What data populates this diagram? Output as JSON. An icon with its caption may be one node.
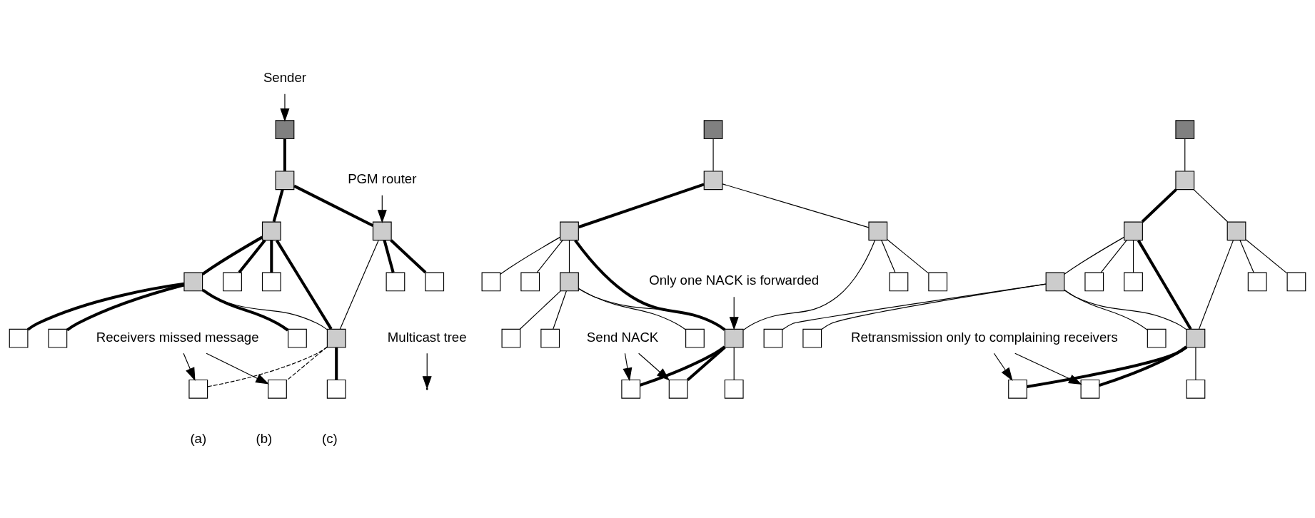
{
  "diagram": {
    "nodes": [
      {
        "text": [
          "Sender"
        ]
      },
      {
        "text": [
          "Multicast tree"
        ]
      },
      {
        "text": [],
        "shape": "box"
      },
      {
        "text": [],
        "shape": "box"
      },
      {
        "text": [],
        "shape": "box"
      },
      {
        "text": [],
        "shape": "box"
      },
      {
        "text": [],
        "shape": "box"
      },
      {
        "text": [],
        "shape": "box"
      },
      {
        "text": [],
        "shape": "box"
      },
      {
        "text": [],
        "shape": "box"
      },
      {
        "text": [],
        "shape": "box"
      },
      {
        "text": [],
        "shape": "box"
      },
      {
        "text": [],
        "shape": "box"
      },
      {
        "text": [],
        "shape": "box"
      },
      {
        "text": [],
        "shape": "box"
      },
      {
        "text": [],
        "shape": "box"
      },
      {
        "text": [],
        "shape": "box"
      },
      {
        "text": [],
        "shape": "box"
      },
      {
        "text": [
          "PGM router"
        ]
      },
      {
        "text": [
          "Receivers missed message"
        ]
      },
      {
        "text": [],
        "shape": "box"
      },
      {
        "text": [],
        "shape": "box"
      },
      {
        "text": [],
        "shape": "box"
      },
      {
        "text": [],
        "shape": "box"
      },
      {
        "text": [],
        "shape": "box"
      },
      {
        "text": [],
        "shape": "box"
      },
      {
        "text": [],
        "shape": "box"
      },
      {
        "text": [],
        "shape": "box"
      },
      {
        "text": [],
        "shape": "box"
      },
      {
        "text": [],
        "shape": "box"
      },
      {
        "text": [],
        "shape": "box"
      },
      {
        "text": [
          "Only one NACK is forwarded"
        ]
      },
      {
        "text": [],
        "shape": "box"
      },
      {
        "text": [],
        "shape": "box"
      },
      {
        "text": [],
        "shape": "box"
      },
      {
        "text": [],
        "shape": "box"
      },
      {
        "text": [],
        "shape": "box"
      },
      {
        "text": [
          "Send NACK"
        ]
      },
      {
        "text": [],
        "shape": "box"
      },
      {
        "text": [],
        "shape": "box"
      },
      {
        "text": [],
        "shape": "box"
      },
      {
        "text": [],
        "shape": "box"
      },
      {
        "text": [],
        "shape": "box"
      },
      {
        "text": [],
        "shape": "box"
      },
      {
        "text": [],
        "shape": "box"
      },
      {
        "text": [],
        "shape": "box"
      },
      {
        "text": [],
        "shape": "box"
      },
      {
        "text": [],
        "shape": "box"
      },
      {
        "text": [],
        "shape": "box"
      },
      {
        "text": [],
        "shape": "box"
      },
      {
        "text": [],
        "shape": "box"
      },
      {
        "text": [],
        "shape": "box"
      },
      {
        "text": [],
        "shape": "box"
      },
      {
        "text": [],
        "shape": "box"
      },
      {
        "text": [
          "Retransmission only to complaining receivers"
        ]
      }
    ],
    "edges": [
      {
        "from": 2,
        "to": 4,
        "arrow": "none",
        "style": "thick"
      },
      {
        "from": 4,
        "to": 6,
        "arrow": "none",
        "style": "thick"
      },
      {
        "from": 4,
        "to": 7,
        "arrow": "none",
        "style": "thick"
      },
      {
        "from": 6,
        "to": 3,
        "arrow": "none",
        "style": "thick"
      },
      {
        "from": 6,
        "to": 5,
        "arrow": "none",
        "style": "thick"
      },
      {
        "from": 6,
        "to": 11,
        "arrow": "none",
        "style": "thick"
      },
      {
        "from": 6,
        "to": 12,
        "arrow": "none",
        "style": "thick"
      },
      {
        "from": 7,
        "to": 8,
        "arrow": "none",
        "style": "thick"
      },
      {
        "from": 7,
        "to": 9,
        "arrow": "none",
        "style": "thick"
      },
      {
        "from": 7,
        "to": 12,
        "arrow": "none"
      },
      {
        "from": 11,
        "to": 12,
        "arrow": "none"
      },
      {
        "from": 11,
        "to": 10,
        "arrow": "none",
        "style": "thick"
      },
      {
        "from": 11,
        "to": 13,
        "arrow": "none",
        "style": "thick"
      },
      {
        "from": 11,
        "to": 14,
        "arrow": "none",
        "style": "thick"
      },
      {
        "from": 12,
        "to": 15,
        "arrow": "none",
        "style": "thick"
      },
      {
        "from": 12,
        "to": 16,
        "arrow": "none",
        "style": "dashed"
      },
      {
        "from": 12,
        "to": 17,
        "arrow": "none",
        "style": "dashed"
      },
      {
        "from": 0,
        "to": 2,
        "arrow": "to"
      },
      {
        "from": 1,
        "to": null,
        "arrow": "to"
      },
      {
        "from": 18,
        "to": 7,
        "arrow": "to"
      },
      {
        "from": 19,
        "to": 16,
        "arrow": "to"
      },
      {
        "from": 19,
        "to": 17,
        "arrow": "to"
      },
      {
        "from": 20,
        "to": 22,
        "arrow": "none"
      },
      {
        "from": 22,
        "to": 24,
        "arrow": "none",
        "style": "thick"
      },
      {
        "from": 22,
        "to": 25,
        "arrow": "none"
      },
      {
        "from": 24,
        "to": 21,
        "arrow": "none"
      },
      {
        "from": 24,
        "to": 23,
        "arrow": "none"
      },
      {
        "from": 24,
        "to": 29,
        "arrow": "none"
      },
      {
        "from": 24,
        "to": 30,
        "arrow": "none",
        "style": "thick"
      },
      {
        "from": 25,
        "to": 26,
        "arrow": "none"
      },
      {
        "from": 25,
        "to": 27,
        "arrow": "none"
      },
      {
        "from": 25,
        "to": 30,
        "arrow": "none"
      },
      {
        "from": 29,
        "to": 30,
        "arrow": "none"
      },
      {
        "from": 29,
        "to": 28,
        "arrow": "none"
      },
      {
        "from": 29,
        "to": 32,
        "arrow": "none"
      },
      {
        "from": 29,
        "to": 33,
        "arrow": "none"
      },
      {
        "from": 30,
        "to": 34,
        "arrow": "none"
      },
      {
        "from": 30,
        "to": 35,
        "arrow": "none",
        "style": "thick"
      },
      {
        "from": 30,
        "to": 36,
        "arrow": "none",
        "style": "thick"
      },
      {
        "from": 31,
        "to": 30,
        "arrow": "to"
      },
      {
        "from": 37,
        "to": 35,
        "arrow": "to"
      },
      {
        "from": 37,
        "to": 36,
        "arrow": "to"
      },
      {
        "from": 38,
        "to": 40,
        "arrow": "none"
      },
      {
        "from": 40,
        "to": 42,
        "arrow": "none",
        "style": "thick"
      },
      {
        "from": 40,
        "to": 43,
        "arrow": "none"
      },
      {
        "from": 42,
        "to": 39,
        "arrow": "none"
      },
      {
        "from": 42,
        "to": 41,
        "arrow": "none"
      },
      {
        "from": 42,
        "to": 47,
        "arrow": "none"
      },
      {
        "from": 42,
        "to": 48,
        "arrow": "none",
        "style": "thick"
      },
      {
        "from": 43,
        "to": 44,
        "arrow": "none"
      },
      {
        "from": 43,
        "to": 45,
        "arrow": "none"
      },
      {
        "from": 43,
        "to": 48,
        "arrow": "none"
      },
      {
        "from": 47,
        "to": 48,
        "arrow": "none"
      },
      {
        "from": 47,
        "to": 46,
        "arrow": "none"
      },
      {
        "from": 47,
        "to": 49,
        "arrow": "none"
      },
      {
        "from": 47,
        "to": 50,
        "arrow": "none"
      },
      {
        "from": 48,
        "to": 51,
        "arrow": "none"
      },
      {
        "from": 48,
        "to": 52,
        "arrow": "none",
        "style": "thick"
      },
      {
        "from": 48,
        "to": 53,
        "arrow": "none",
        "style": "thick"
      },
      {
        "from": 54,
        "to": 52,
        "arrow": "to"
      },
      {
        "from": 54,
        "to": 53,
        "arrow": "to"
      }
    ],
    "labels": [
      "(a)",
      "(b)",
      "(c)"
    ]
  }
}
